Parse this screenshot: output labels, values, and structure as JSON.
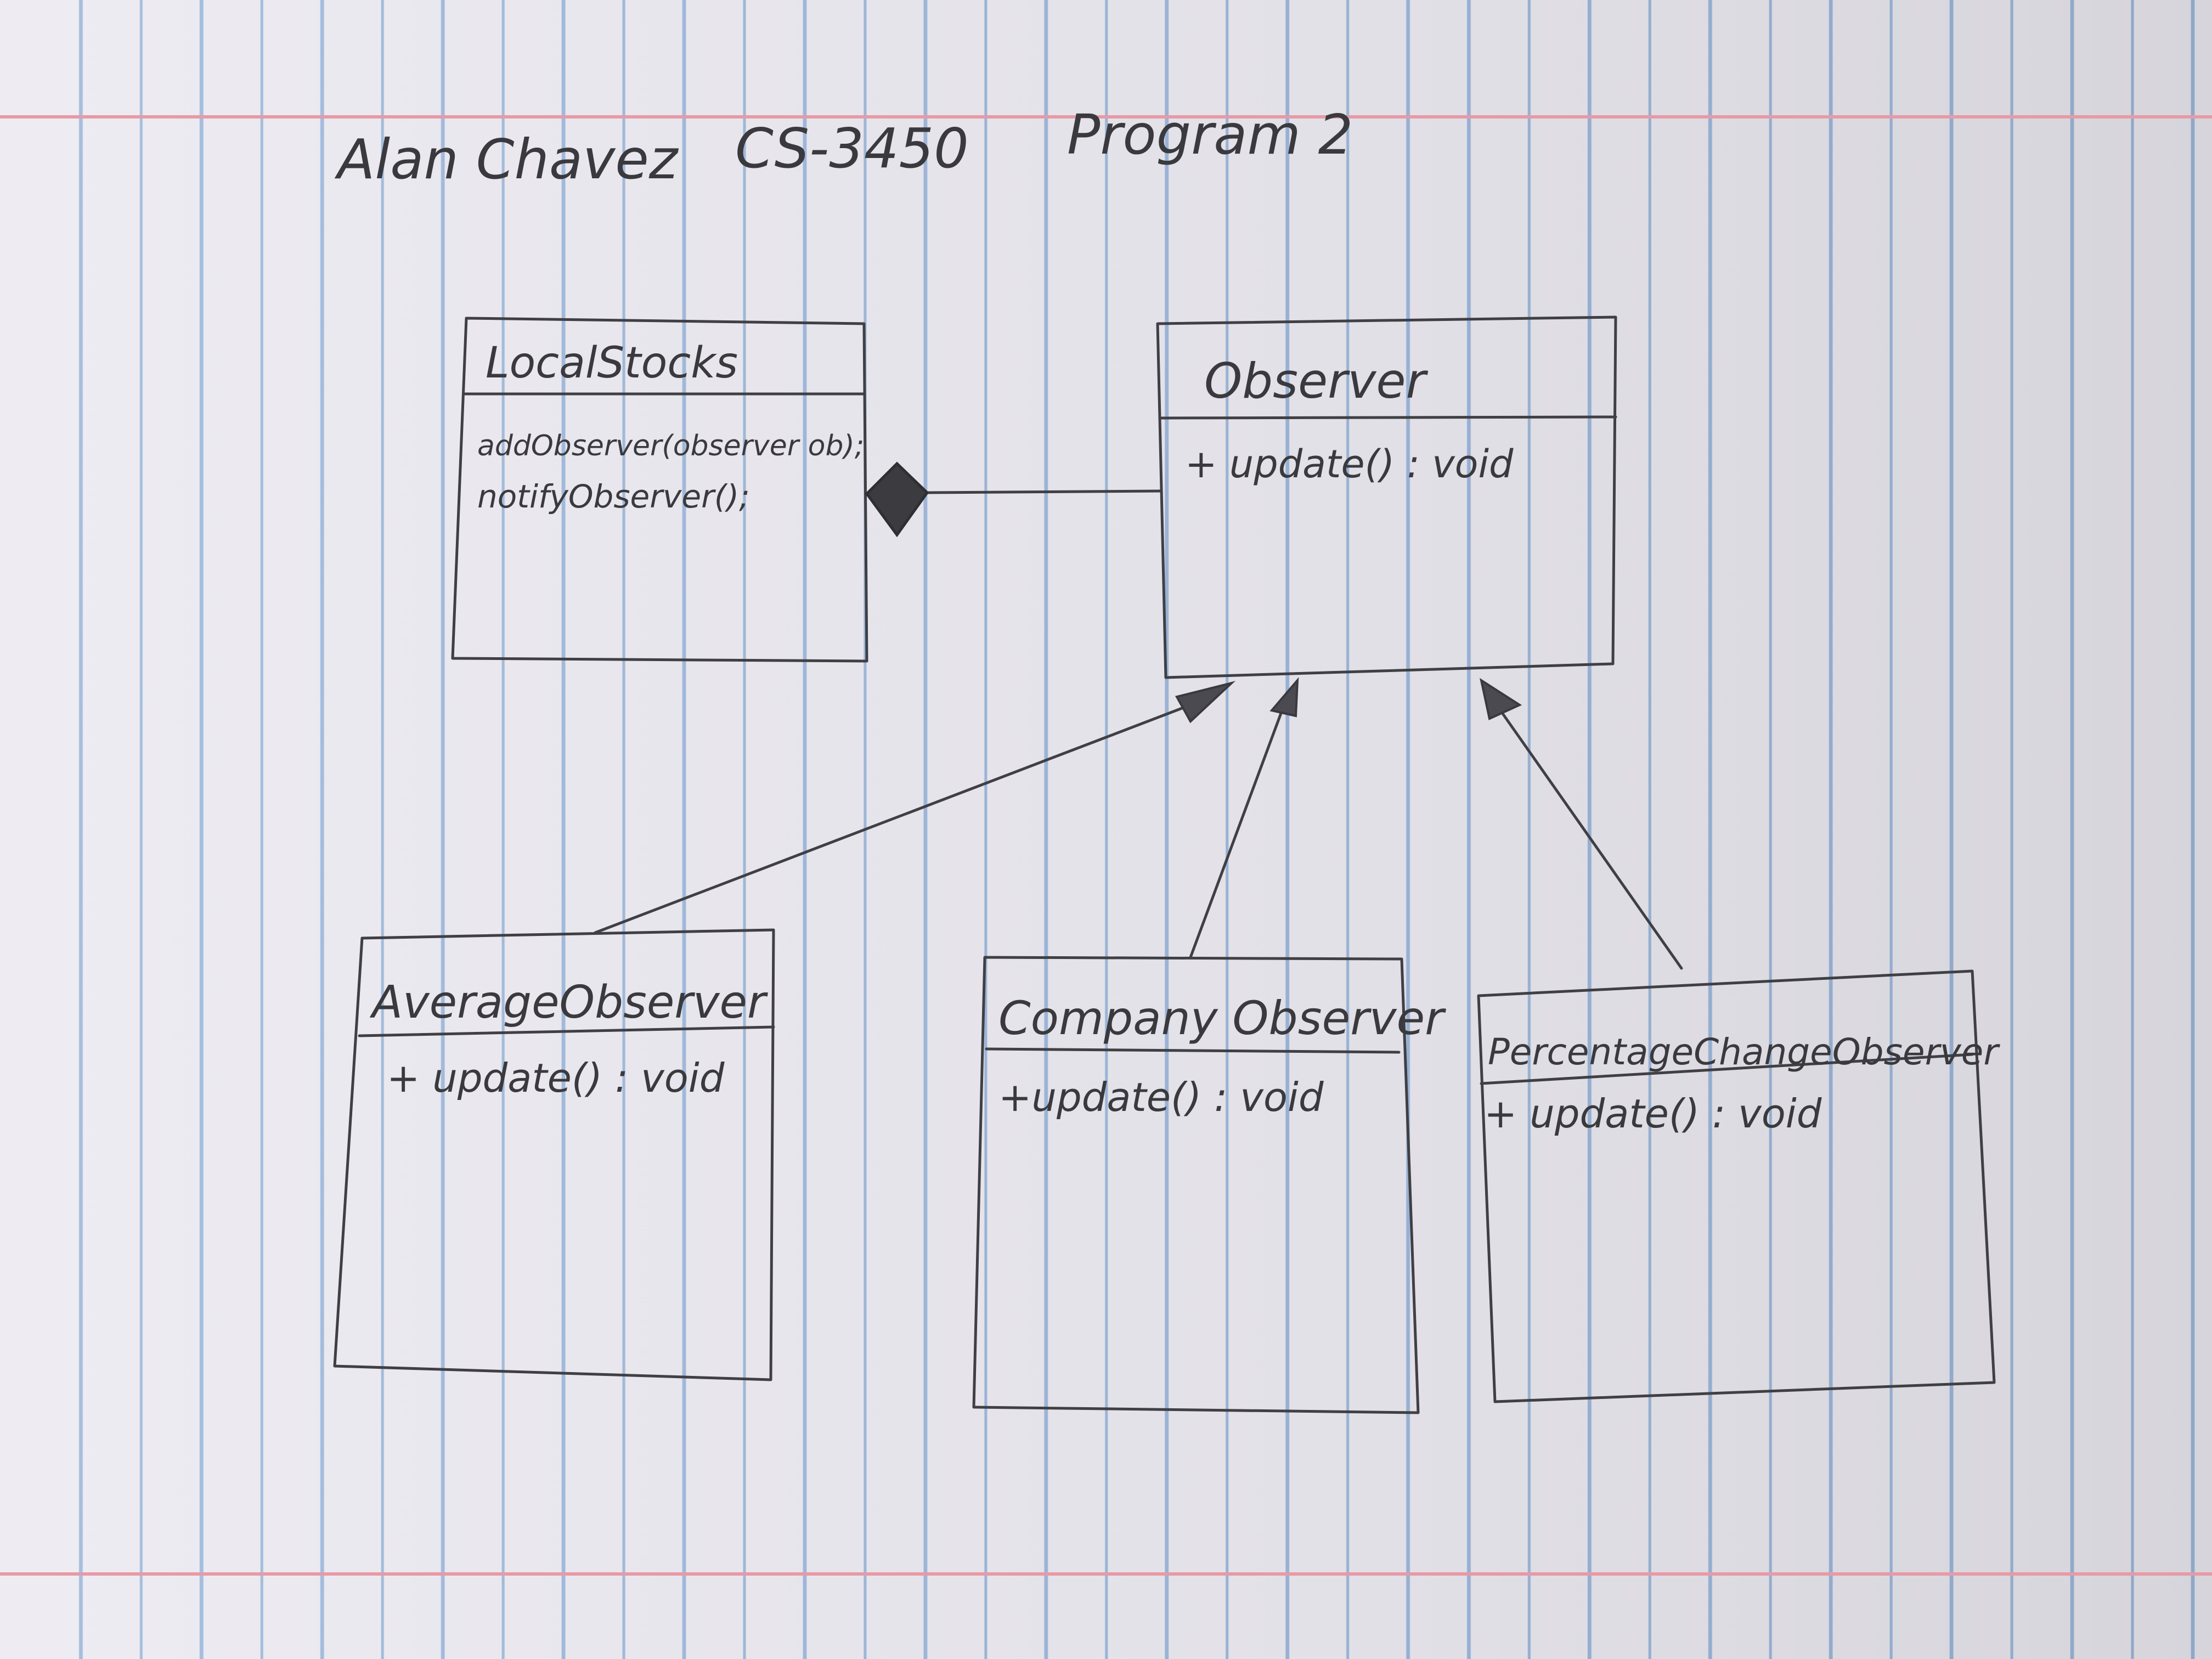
{
  "header": {
    "author": "Alan Chavez",
    "course": "CS-3450",
    "assignment": "Program 2"
  },
  "classes": {
    "local_stocks": {
      "name": "LocalStocks",
      "methods": [
        "addObserver(observer ob);",
        "notifyObserver();"
      ]
    },
    "observer": {
      "name": "Observer",
      "methods": [
        "+ update() : void"
      ]
    },
    "average_observer": {
      "name": "AverageObserver",
      "methods": [
        "+ update() : void"
      ]
    },
    "company_observer": {
      "name": "Company Observer",
      "methods": [
        "+update() : void"
      ]
    },
    "percentage_change_observer": {
      "name": "PercentageChangeObserver",
      "methods": [
        "+ update() : void"
      ]
    }
  },
  "relationships": [
    {
      "from": "local_stocks",
      "to": "observer",
      "type": "composition"
    },
    {
      "from": "average_observer",
      "to": "observer",
      "type": "inheritance"
    },
    {
      "from": "company_observer",
      "to": "observer",
      "type": "inheritance"
    },
    {
      "from": "percentage_change_observer",
      "to": "observer",
      "type": "inheritance"
    }
  ]
}
